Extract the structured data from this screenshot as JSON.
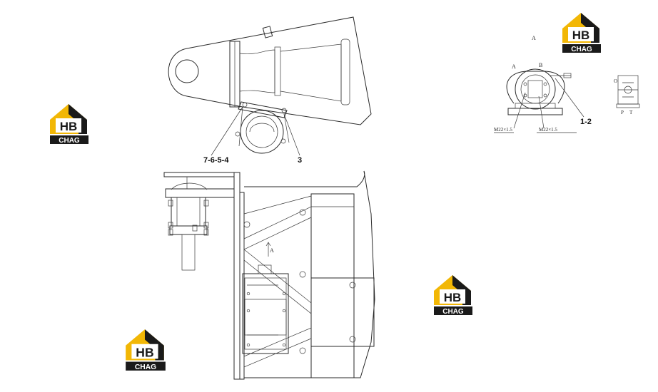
{
  "labels": {
    "callout_7654": "7-6-5-4",
    "callout_3": "3",
    "callout_12": "1-2",
    "view_a_top": "A",
    "view_a": "A",
    "view_b": "B",
    "thread_left": "M22×1.5",
    "thread_right": "M22×1.5",
    "section_a": "A",
    "port_o": "O",
    "port_p": "P",
    "port_t": "T"
  },
  "logo": {
    "mark": "HB",
    "text": "CHAG",
    "colors": {
      "yellow": "#f2b705",
      "dark": "#1a1a1a"
    }
  }
}
